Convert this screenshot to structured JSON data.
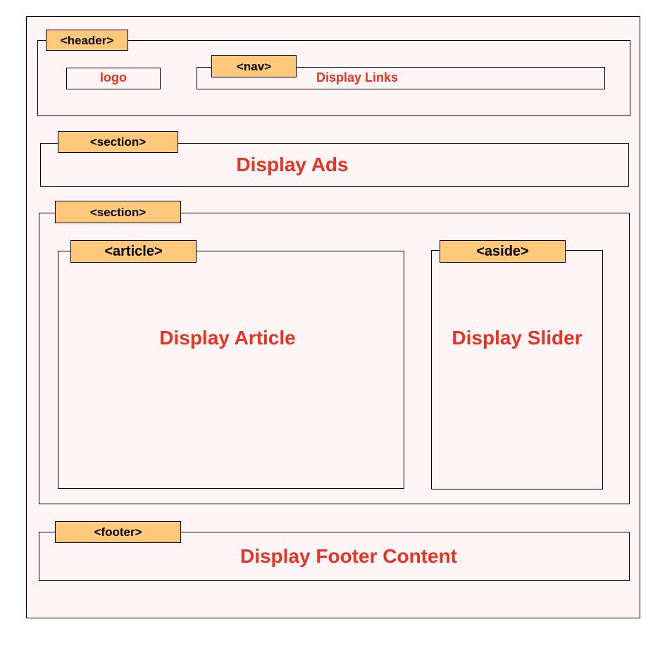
{
  "colors": {
    "tag_fill": "#ffc87a",
    "display_text": "#e63422",
    "page_background": "#fdf5f5"
  },
  "header": {
    "tag": "<header>",
    "logo": "logo",
    "nav": {
      "tag": "<nav>",
      "content": "Display Links"
    }
  },
  "ads_section": {
    "tag": "<section>",
    "content": "Display Ads"
  },
  "main_section": {
    "tag": "<section>",
    "article": {
      "tag": "<article>",
      "content": "Display Article"
    },
    "aside": {
      "tag": "<aside>",
      "content": "Display Slider"
    }
  },
  "footer": {
    "tag": "<footer>",
    "content": "Display Footer Content"
  }
}
